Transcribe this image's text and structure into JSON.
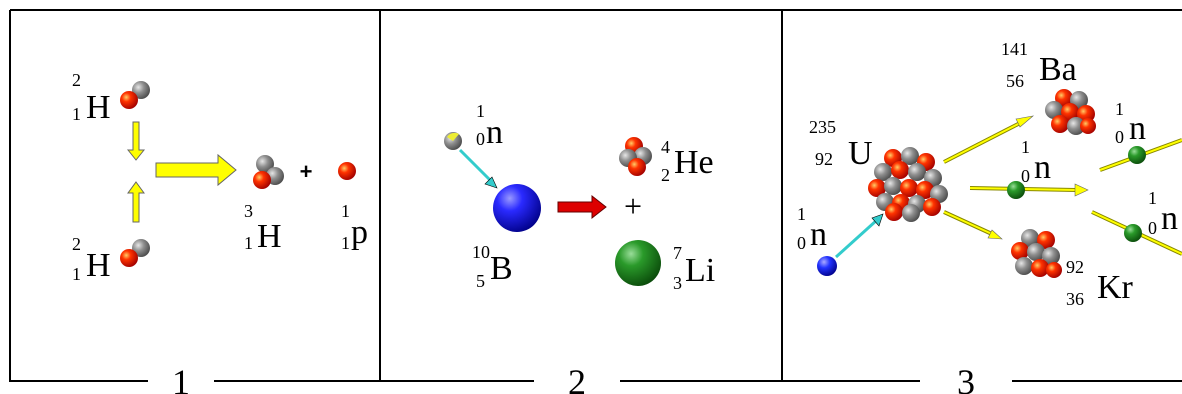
{
  "panels": [
    {
      "number": "1",
      "h2_top": {
        "mass": "2",
        "charge": "1",
        "symbol": "H"
      },
      "h2_bottom": {
        "mass": "2",
        "charge": "1",
        "symbol": "H"
      },
      "h3": {
        "mass": "3",
        "charge": "1",
        "symbol": "H"
      },
      "plus": "+",
      "proton": {
        "mass": "1",
        "charge": "1",
        "symbol": "p"
      }
    },
    {
      "number": "2",
      "neutron": {
        "mass": "1",
        "charge": "0",
        "symbol": "n"
      },
      "boron": {
        "mass": "10",
        "charge": "5",
        "symbol": "B"
      },
      "helium": {
        "mass": "4",
        "charge": "2",
        "symbol": "He"
      },
      "plus": "+",
      "lithium": {
        "mass": "7",
        "charge": "3",
        "symbol": "Li"
      }
    },
    {
      "number": "3",
      "neutron_in": {
        "mass": "1",
        "charge": "0",
        "symbol": "n"
      },
      "uranium": {
        "mass": "235",
        "charge": "92",
        "symbol": "U"
      },
      "barium": {
        "mass": "141",
        "charge": "56",
        "symbol": "Ba"
      },
      "krypton": {
        "mass": "92",
        "charge": "36",
        "symbol": "Kr"
      },
      "neutron_mid": {
        "mass": "1",
        "charge": "0",
        "symbol": "n"
      },
      "neutron_top": {
        "mass": "1",
        "charge": "0",
        "symbol": "n"
      },
      "neutron_bot": {
        "mass": "1",
        "charge": "0",
        "symbol": "n"
      }
    }
  ],
  "colors": {
    "proton": "#ee2200",
    "neutron": "#8c8c8c",
    "arrow_yellow": "#ffff00",
    "arrow_red": "#dd0000",
    "arrow_cyan": "#33cccc",
    "boron": "#1a1aee",
    "lithium": "#1a8a1a"
  }
}
